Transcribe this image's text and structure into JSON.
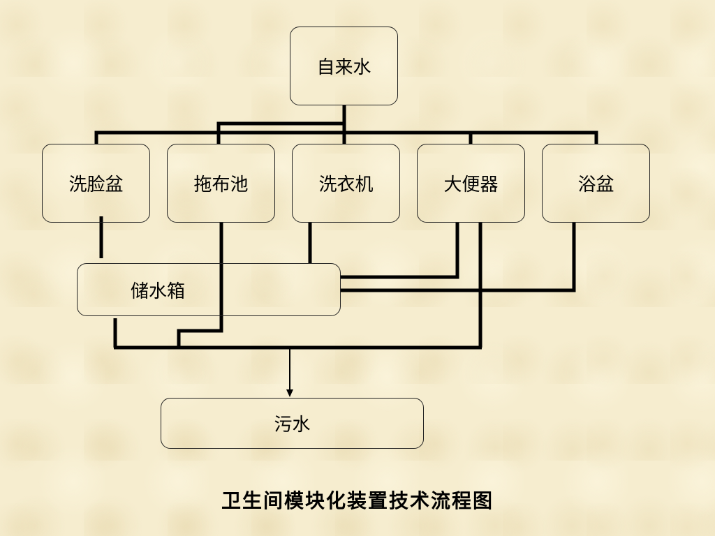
{
  "nodes": {
    "source": "自来水",
    "washbasin": "洗脸盆",
    "mop_sink": "拖布池",
    "washing_machine": "洗衣机",
    "toilet": "大便器",
    "bathtub": "浴盆",
    "storage_tank": "储水箱",
    "sewage": "污水"
  },
  "caption": "卫生间模块化装置技术流程图"
}
